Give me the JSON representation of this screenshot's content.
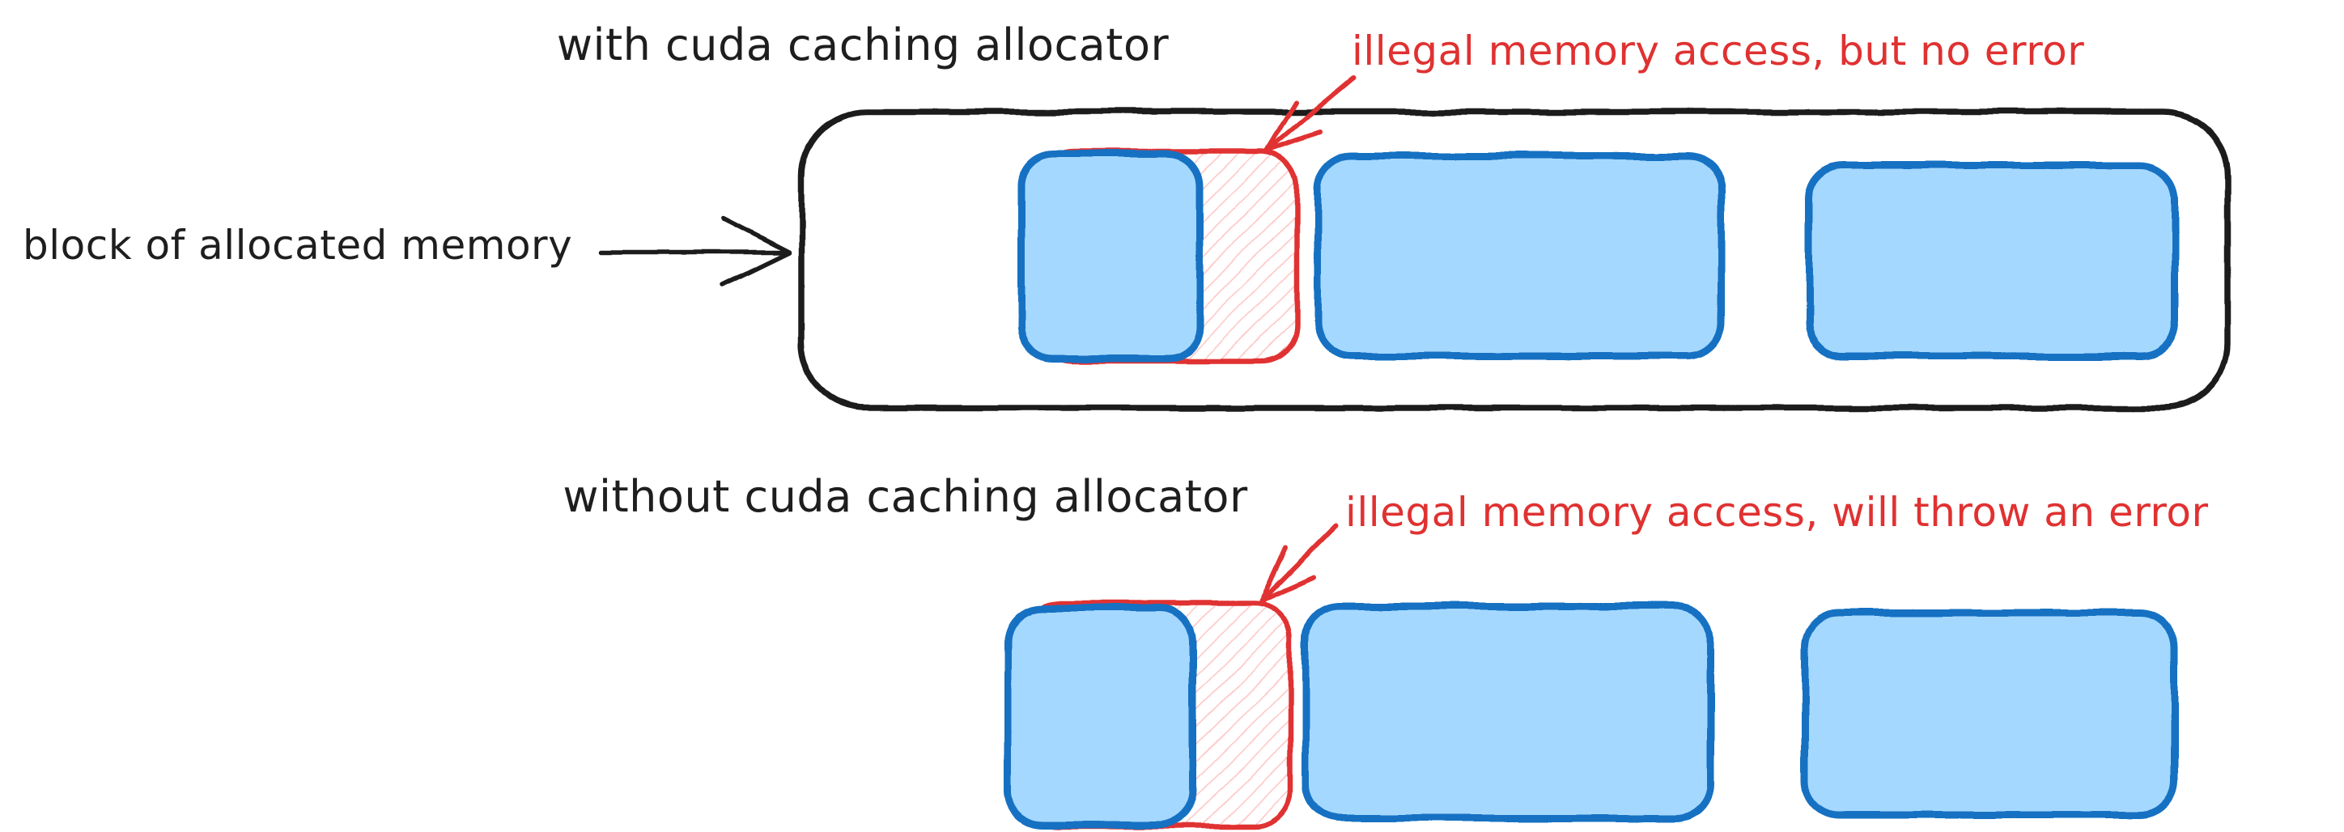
{
  "colors": {
    "ink": "#1e1e1e",
    "red": "#e03131",
    "blue": "#1971c2",
    "blue_fill": "#a5d8ff",
    "pink": "#ffc9c9",
    "paper": "#ffffff"
  },
  "top": {
    "title": "with cuda caching allocator",
    "annotation": "illegal memory access, but no error",
    "block_label": "block of allocated memory"
  },
  "bottom": {
    "title": "without cuda caching allocator",
    "annotation": "illegal memory access, will throw an error"
  }
}
